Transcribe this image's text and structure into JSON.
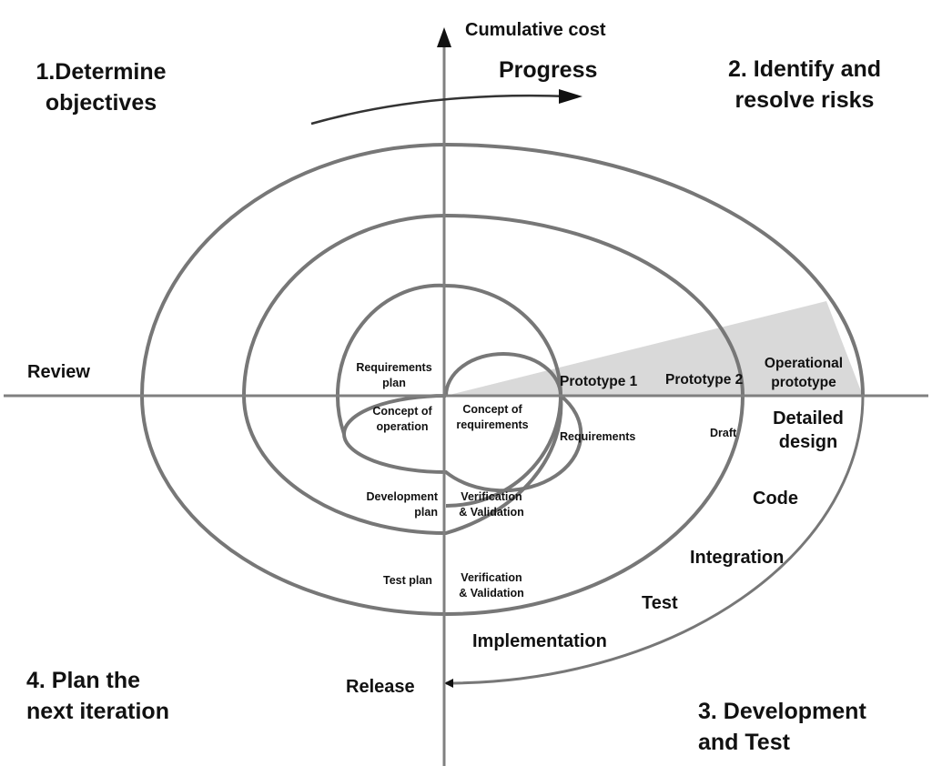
{
  "axes": {
    "vertical_label": "Cumulative cost",
    "progress_label": "Progress"
  },
  "quadrants": {
    "q1": "1.Determine\nobjectives",
    "q2": "2. Identify and\nresolve risks",
    "q3": "3. Development\nand Test",
    "q4": "4. Plan the\nnext iteration"
  },
  "review": "Review",
  "release": "Release",
  "prototypes": {
    "p1": "Prototype 1",
    "p2": "Prototype 2",
    "operational": "Operational\nprototype"
  },
  "inner": {
    "requirements_plan": "Requirements\nplan",
    "concept_of_operation": "Concept of\noperation",
    "concept_of_requirements": "Concept of\nrequirements",
    "requirements": "Requirements",
    "draft": "Draft",
    "development_plan": "Development\nplan",
    "verification_1": "Verification\n& Validation",
    "test_plan": "Test plan",
    "verification_2": "Verification\n& Validation"
  },
  "phases": {
    "detailed_design": "Detailed\ndesign",
    "code": "Code",
    "integration": "Integration",
    "test": "Test",
    "implementation": "Implementation"
  },
  "colors": {
    "line": "#777777",
    "shade": "#d9d9d9",
    "axis": "#808080",
    "arrow": "#111111"
  }
}
